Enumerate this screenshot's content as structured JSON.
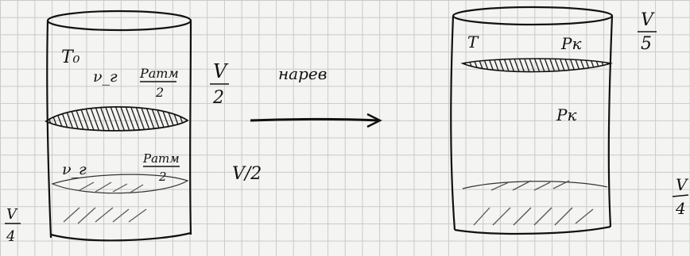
{
  "left_vessel": {
    "top_label": "T₀",
    "nu_label_top": "ν_г",
    "p_top": "Pатм",
    "p_top_den": "2",
    "vol_top_num": "V",
    "vol_top_den": "2",
    "nu_label_bottom": "ν_г",
    "p_bottom": "Pатм",
    "p_bottom_den": "2",
    "vol_bottom": "V/2"
  },
  "process_label": "нарев",
  "right_vessel": {
    "t_label": "T",
    "p_top": "Pк",
    "p_mid": "Pк",
    "vol_top_num": "V",
    "vol_top_den": "5"
  },
  "side_fraction_left": {
    "num": "V",
    "den": "4"
  },
  "side_fraction_right": {
    "num": "V",
    "den": "4"
  },
  "colors": {
    "ink": "#111111",
    "grid": "#c9c9c9",
    "paper": "#f4f4f2"
  }
}
